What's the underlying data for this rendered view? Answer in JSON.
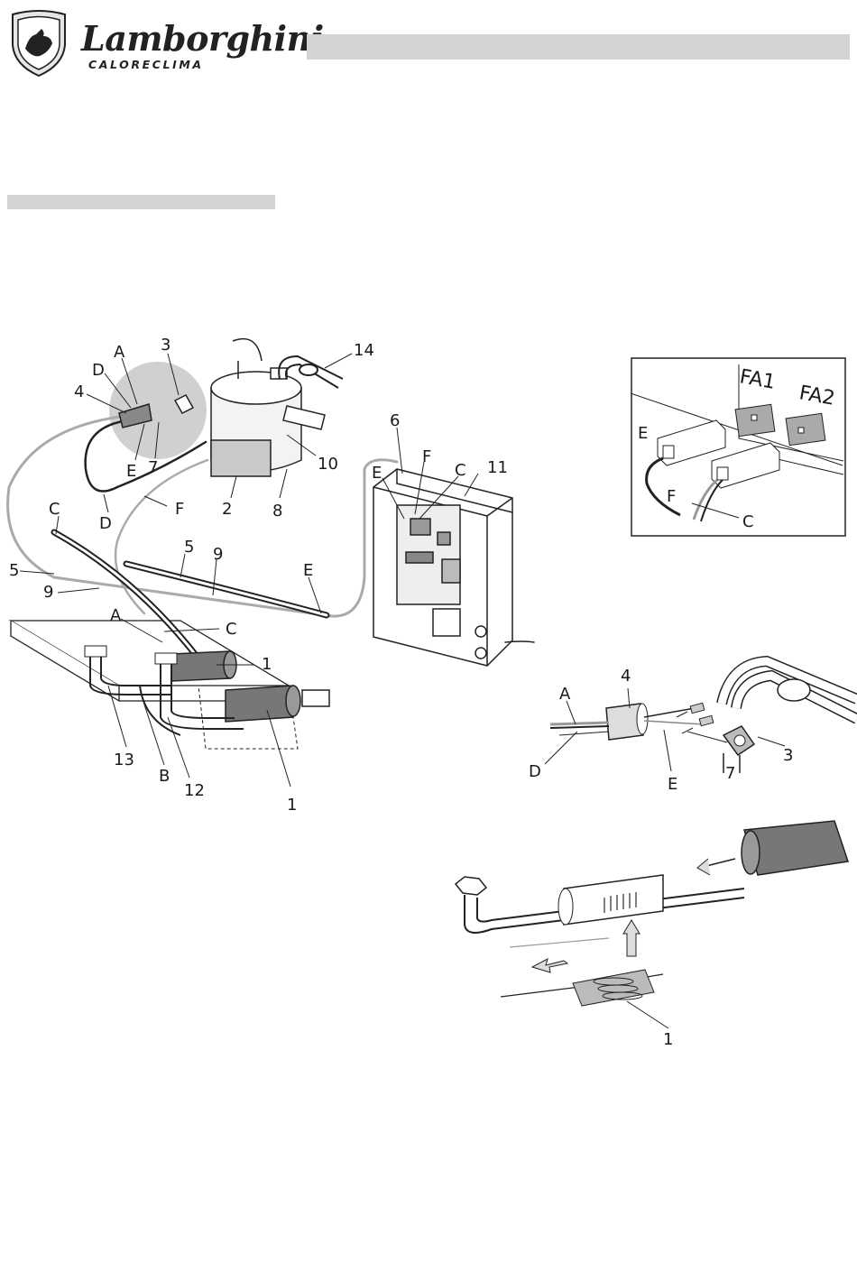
{
  "header": {
    "brand": "Lamborghini",
    "brand_sub": "CALORECLIMA"
  },
  "fa_labels": {
    "fa1": "FA1",
    "fa2": "FA2"
  },
  "callouts": {
    "main": {
      "A_top": "A",
      "n3_top": "3",
      "n14": "14",
      "D_top": "D",
      "n4_top": "4",
      "E_top": "E",
      "n7_top": "7",
      "n6": "6",
      "F_right": "F",
      "n10": "10",
      "E_right": "E",
      "C_right": "C",
      "n11": "11",
      "n2": "2",
      "n8": "8",
      "C_left": "C",
      "F_mid": "F",
      "D_mid": "D",
      "n5_mid": "5",
      "n9_mid": "9",
      "n5_left": "5",
      "E_mid": "E",
      "n9_left": "9",
      "A_low": "A",
      "C_low": "C",
      "n1_upper": "1",
      "n13": "13",
      "B": "B",
      "n12": "12",
      "n1_lower": "1"
    },
    "inset": {
      "E": "E",
      "F": "F",
      "C": "C"
    },
    "probe": {
      "A": "A",
      "n4": "4",
      "D": "D",
      "E": "E",
      "n7": "7",
      "n3": "3"
    },
    "heater": {
      "n1": "1"
    }
  }
}
